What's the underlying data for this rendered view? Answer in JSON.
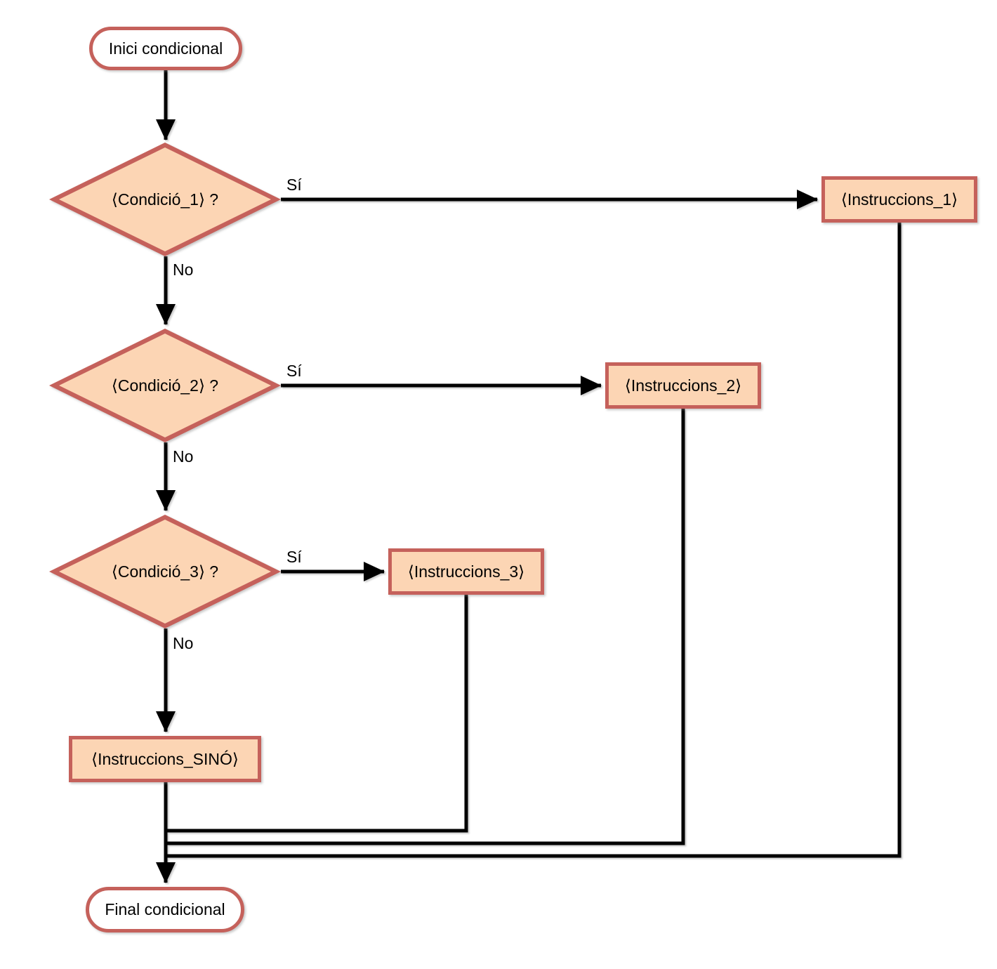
{
  "diagram": {
    "type": "flowchart",
    "language": "Catalan",
    "topic": "Conditional (if / else-if / else) control flow"
  },
  "nodes": {
    "start": {
      "label": "Inici condicional",
      "shape": "stadium"
    },
    "cond1": {
      "label": "⟨Condició_1⟩ ?",
      "shape": "diamond"
    },
    "cond2": {
      "label": "⟨Condició_2⟩ ?",
      "shape": "diamond"
    },
    "cond3": {
      "label": "⟨Condició_3⟩ ?",
      "shape": "diamond"
    },
    "instr1": {
      "label": "⟨Instruccions_1⟩",
      "shape": "rect"
    },
    "instr2": {
      "label": "⟨Instruccions_2⟩",
      "shape": "rect"
    },
    "instr3": {
      "label": "⟨Instruccions_3⟩",
      "shape": "rect"
    },
    "sino": {
      "label": "⟨Instruccions_SINÓ⟩",
      "shape": "rect"
    },
    "end": {
      "label": "Final condicional",
      "shape": "stadium"
    }
  },
  "edge_labels": {
    "yes": "Sí",
    "no": "No"
  },
  "edges": [
    {
      "from": "start",
      "to": "cond1",
      "label": ""
    },
    {
      "from": "cond1",
      "to": "instr1",
      "label": "Sí"
    },
    {
      "from": "cond1",
      "to": "cond2",
      "label": "No"
    },
    {
      "from": "cond2",
      "to": "instr2",
      "label": "Sí"
    },
    {
      "from": "cond2",
      "to": "cond3",
      "label": "No"
    },
    {
      "from": "cond3",
      "to": "instr3",
      "label": "Sí"
    },
    {
      "from": "cond3",
      "to": "sino",
      "label": "No"
    },
    {
      "from": "instr1",
      "to": "end",
      "label": ""
    },
    {
      "from": "instr2",
      "to": "end",
      "label": ""
    },
    {
      "from": "instr3",
      "to": "end",
      "label": ""
    },
    {
      "from": "sino",
      "to": "end",
      "label": ""
    }
  ],
  "colors": {
    "shape_border": "#C5615B",
    "shape_fill": "#FCD5B4",
    "terminal_fill": "#FFFFFF",
    "connector": "#000000"
  }
}
